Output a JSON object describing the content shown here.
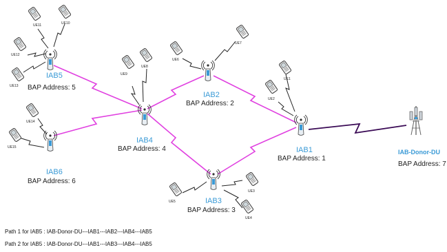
{
  "nodes": {
    "iab5": {
      "name": "IAB5",
      "address": "BAP Address: 5"
    },
    "iab6": {
      "name": "IAB6",
      "address": "BAP Address: 6"
    },
    "iab4": {
      "name": "IAB4",
      "address": "BAP Address: 4"
    },
    "iab2": {
      "name": "IAB2",
      "address": "BAP Address: 2"
    },
    "iab3": {
      "name": "IAB3",
      "address": "BAP Address: 3"
    },
    "iab1": {
      "name": "IAB1",
      "address": "BAP Address: 1"
    },
    "donor": {
      "name": "IAB-Donor-DU",
      "address": "BAP Address: 7"
    }
  },
  "ues": {
    "ue11": "UE11",
    "ue10": "UE10",
    "ue12": "UE12",
    "ue13": "UE13",
    "ue9": "UE9",
    "ue8": "UE8",
    "ue6": "UE6",
    "ue7": "UE7",
    "ue1": "UE1",
    "ue2": "UE2",
    "ue14": "UE14",
    "ue15": "UE15",
    "ue5": "UE5",
    "ue3": "UE3",
    "ue4": "UE4"
  },
  "paths": [
    "Path 1 for IAB5 : IAB-Donor-DU---IAB1---IAB2---IAB4---IAB5",
    "Path 2 for IAB5 : IAB-Donor-DU---IAB1---IAB3---IAB4---IAB5"
  ],
  "colors": {
    "wireless_link": "#e040e0",
    "backhaul_link": "#3a0a55",
    "node_label": "#3a9ad6"
  }
}
